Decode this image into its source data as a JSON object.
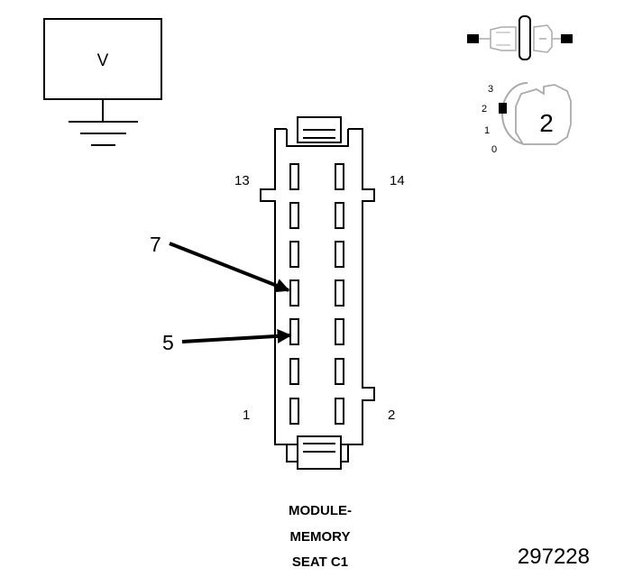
{
  "voltmeter": {
    "label": "V"
  },
  "connector_icon": {
    "position_marks": [
      "3",
      "2",
      "1",
      "0"
    ],
    "selected_position": "2"
  },
  "connector": {
    "pin_labels": {
      "top_left": "13",
      "top_right": "14",
      "bottom_left": "1",
      "bottom_right": "2"
    },
    "callouts": [
      {
        "label": "7"
      },
      {
        "label": "5"
      }
    ]
  },
  "caption": {
    "line1": "MODULE-",
    "line2": "MEMORY",
    "line3": "SEAT C1"
  },
  "figure_number": "297228"
}
